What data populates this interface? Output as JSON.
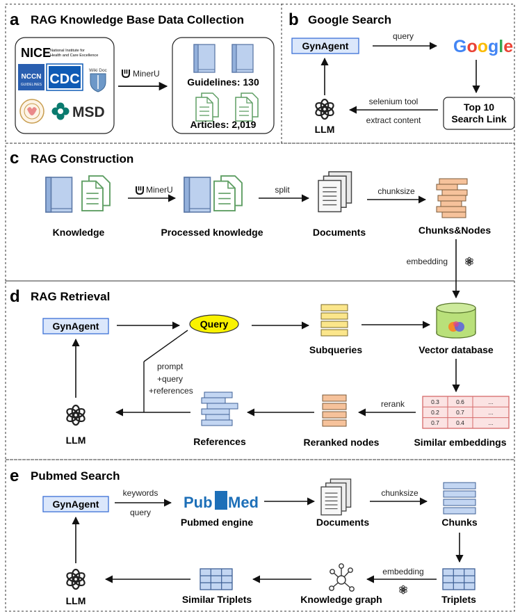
{
  "panels": {
    "a": {
      "letter": "a",
      "title": "RAG Knowledge Base Data Collection"
    },
    "b": {
      "letter": "b",
      "title": "Google Search"
    },
    "c": {
      "letter": "c",
      "title": "RAG Construction"
    },
    "d": {
      "letter": "d",
      "title": "RAG Retrieval"
    },
    "e": {
      "letter": "e",
      "title": "Pubmed Search"
    }
  },
  "a": {
    "nice": "NICE",
    "nice_line1": "National Institute for",
    "nice_line2": "Health and Care Excellence",
    "nccn_line1": "NCCN",
    "nccn_line2": "GUIDELINES",
    "cdc": "CDC",
    "wikidoc": "Wiki Doc",
    "msd": "MSD",
    "mineru": "MinerU",
    "guidelines": "Guidelines: 130",
    "articles": "Articles: 2,019"
  },
  "b": {
    "gynagent": "GynAgent",
    "query": "query",
    "google": [
      "G",
      "o",
      "o",
      "g",
      "l",
      "e"
    ],
    "top10_line1": "Top 10",
    "top10_line2": "Search Link",
    "selenium": "selenium tool",
    "extract": "extract content",
    "llm": "LLM"
  },
  "c": {
    "mineru": "MinerU",
    "knowledge": "Knowledge",
    "processed": "Processed knowledge",
    "split": "split",
    "documents": "Documents",
    "chunksize": "chunksize",
    "chunks_nodes": "Chunks&Nodes",
    "embedding": "embedding"
  },
  "d": {
    "gynagent": "GynAgent",
    "query": "Query",
    "subqueries": "Subqueries",
    "vector_db": "Vector database",
    "similar": "Similar embeddings",
    "rerank": "rerank",
    "reranked": "Reranked nodes",
    "references": "References",
    "prompt": "prompt",
    "plus_query": "+query",
    "plus_refs": "+references",
    "llm": "LLM",
    "matrix": [
      [
        "0.3",
        "0.6",
        "..."
      ],
      [
        "0.2",
        "0.7",
        "..."
      ],
      [
        "0.7",
        "0.4",
        "..."
      ]
    ]
  },
  "e": {
    "gynagent": "GynAgent",
    "keywords": "keywords",
    "query": "query",
    "pub": "Pub",
    "med": "Med",
    "pubmed_engine": "Pubmed engine",
    "documents": "Documents",
    "chunksize": "chunksize",
    "chunks": "Chunks",
    "embedding": "embedding",
    "triplets": "Triplets",
    "kg": "Knowledge graph",
    "similar_triplets": "Similar Triplets",
    "llm": "LLM"
  },
  "colors": {
    "gynagent_fill": "#dbe7fb",
    "gynagent_stroke": "#3b6fd6",
    "doc_blue": "#bcd0ee",
    "doc_green": "#5e9e63",
    "chunk_orange": "#f6c29b",
    "chunk_yellow": "#fbe68b",
    "chunk_blue": "#c3d6f2",
    "query_fill": "#f9f200",
    "matrix_fill": "#fbe3e3",
    "matrix_stroke": "#d56a6a",
    "db_green": "#b9e07a",
    "nccn_blue": "#2a5fb0",
    "cdc_blue": "#0f5bb5",
    "msd_teal": "#0a7b6f",
    "pubmed_blue": "#1d6fb8"
  }
}
